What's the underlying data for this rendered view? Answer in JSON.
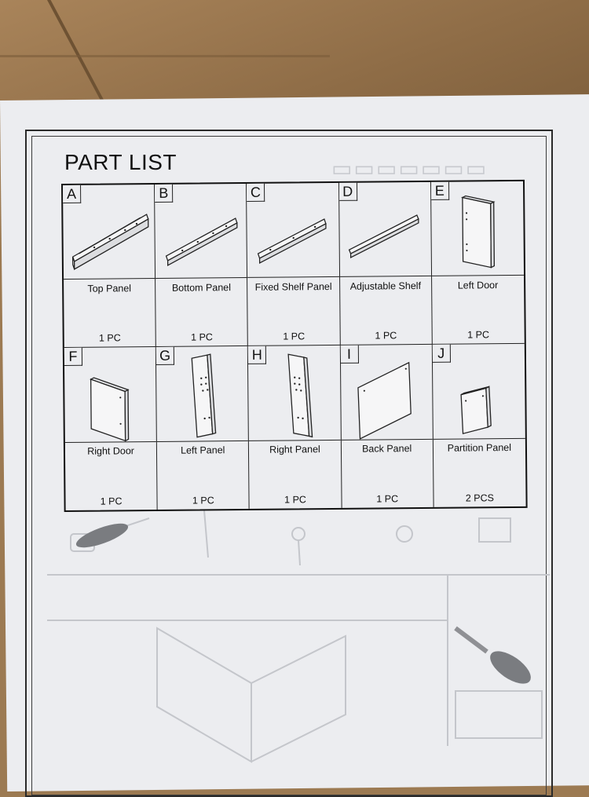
{
  "document": {
    "title": "PART LIST",
    "parts": [
      {
        "letter": "A",
        "name": "Top Panel",
        "qty": "1 PC",
        "icon": "top-panel-drawing"
      },
      {
        "letter": "B",
        "name": "Bottom Panel",
        "qty": "1 PC",
        "icon": "bottom-panel-drawing"
      },
      {
        "letter": "C",
        "name": "Fixed Shelf Panel",
        "qty": "1 PC",
        "icon": "fixed-shelf-drawing"
      },
      {
        "letter": "D",
        "name": "Adjustable Shelf",
        "qty": "1 PC",
        "icon": "adjustable-shelf-drawing"
      },
      {
        "letter": "E",
        "name": "Left Door",
        "qty": "1 PC",
        "icon": "left-door-drawing"
      },
      {
        "letter": "F",
        "name": "Right Door",
        "qty": "1 PC",
        "icon": "right-door-drawing"
      },
      {
        "letter": "G",
        "name": "Left Panel",
        "qty": "1 PC",
        "icon": "left-panel-drawing"
      },
      {
        "letter": "H",
        "name": "Right Panel",
        "qty": "1 PC",
        "icon": "right-panel-drawing"
      },
      {
        "letter": "I",
        "name": "Back Panel",
        "qty": "1 PC",
        "icon": "back-panel-drawing"
      },
      {
        "letter": "J",
        "name": "Partition Panel",
        "qty": "2 PCS",
        "icon": "partition-panel-drawing"
      }
    ]
  },
  "colors": {
    "paper": "#ecedf0",
    "ink": "#111111",
    "cardboard": "#9c7a52"
  }
}
